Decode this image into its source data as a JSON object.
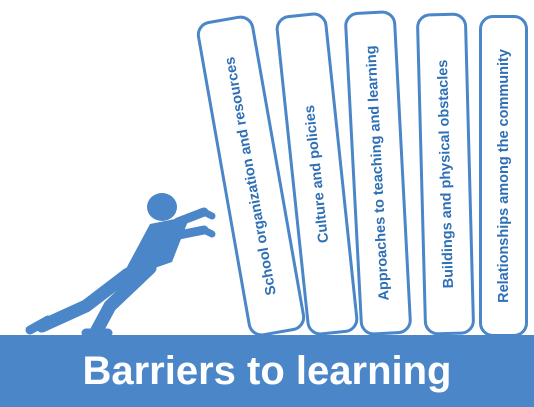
{
  "colors": {
    "accent": "#4a86c8",
    "text": "#2f6fb5",
    "background": "#ffffff"
  },
  "panels": [
    {
      "label": "School organization and resources"
    },
    {
      "label": "Culture and policies"
    },
    {
      "label": "Approaches to teaching and learning"
    },
    {
      "label": "Buildings and physical obstacles"
    },
    {
      "label": "Relationships among  the community"
    }
  ],
  "banner": {
    "title": "Barriers to learning"
  },
  "illustration": {
    "icon": "person-pushing-icon"
  }
}
